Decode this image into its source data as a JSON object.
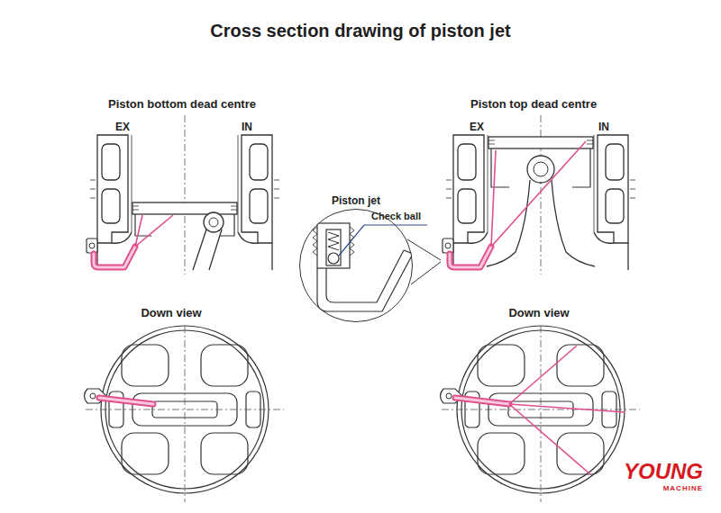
{
  "diagram": {
    "title": "Cross section drawing of piston jet",
    "nodes": [
      {
        "text": [
          "Piston jet"
        ]
      }
    ],
    "labels": [
      "Piston bottom dead centre",
      "EX",
      "IN",
      "Piston top dead centre",
      "EX",
      "IN",
      "Check ball",
      "Down view",
      "Down view",
      "YOUNG",
      "MACHINE"
    ]
  }
}
